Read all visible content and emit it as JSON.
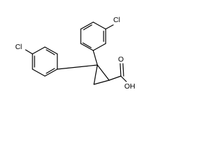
{
  "molecule": {
    "labels": {
      "chlorine_top": "Cl",
      "chlorine_left": "Cl",
      "carboxyl_oxygen": "O",
      "carboxyl_hydroxyl": "OH"
    }
  }
}
